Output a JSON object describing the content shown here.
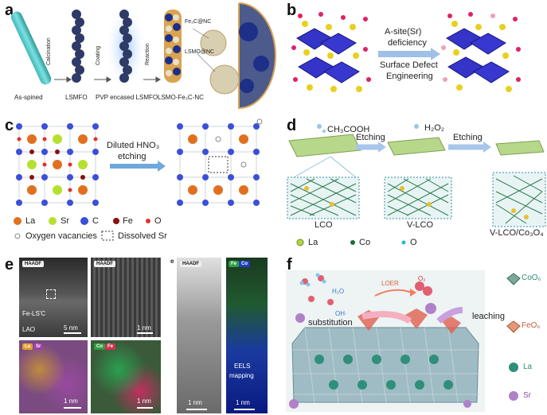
{
  "panel_letters": [
    "a",
    "b",
    "c",
    "d",
    "e",
    "f"
  ],
  "panel_a": {
    "steps": [
      "Calcination",
      "Coating",
      "Reaction"
    ],
    "labels": [
      "As-spined",
      "LSMFO",
      "PVP encased LSMFO",
      "LSMO-Fe₃C-NC"
    ],
    "callouts": [
      "Fe₃C@NC",
      "LSMO@NC"
    ]
  },
  "panel_b": {
    "arrow_top": "A-site(Sr)",
    "arrow_top2": "deficiency",
    "arrow_bottom": "Surface Defect",
    "arrow_bottom2": "Engineering"
  },
  "panel_c": {
    "arrow_top": "Diluted HNO₃",
    "arrow_bottom": "etching",
    "legend": [
      "La",
      "Sr",
      "C",
      "Fe",
      "O"
    ],
    "legend2": [
      "Oxygen vacancies",
      "Dissolved Sr"
    ]
  },
  "panel_d": {
    "reagents": [
      "CH₃COOH",
      "H₂O₂"
    ],
    "steps": [
      "Etching",
      "Etching"
    ],
    "labels": [
      "LCO",
      "V-LCO",
      "V-LCO/Co₃O₄"
    ],
    "legend": [
      "La",
      "Co",
      "O"
    ]
  },
  "panel_e": {
    "tags": [
      "HAADF",
      "HAADF",
      "HAADF",
      "Fe",
      "Co",
      "La",
      "Sr",
      "Co",
      "Fe"
    ],
    "sub_letter": "e",
    "scale_labels": [
      "5 nm",
      "1 nm",
      "1 nm",
      "1 nm",
      "1 nm",
      "1 nm"
    ],
    "region_labels": [
      "Fe-LS'C",
      "LAO"
    ],
    "eels": [
      "EELS",
      "mapping"
    ]
  },
  "panel_f": {
    "molecules": [
      "H₂O",
      "OH·",
      "O₂"
    ],
    "arrows": [
      "LOER",
      "substitution",
      "leaching"
    ],
    "legend": [
      "CoO₆",
      "FeO₆",
      "La",
      "Sr"
    ]
  }
}
